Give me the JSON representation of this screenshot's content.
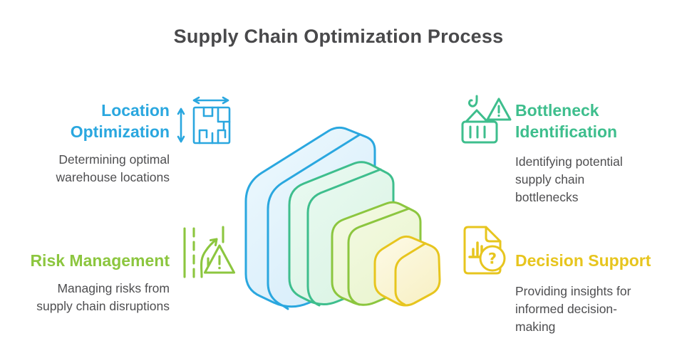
{
  "title": "Supply Chain Optimization Process",
  "colors": {
    "title": "#49494B",
    "text": "#4E4E50",
    "background": "#FFFFFF"
  },
  "sections": [
    {
      "id": "location-optimization",
      "heading": "Location Optimization",
      "heading_lines": [
        "Location",
        "Optimization"
      ],
      "description": "Determining optimal warehouse locations",
      "description_lines": [
        "Determining optimal",
        "warehouse locations"
      ],
      "color": "#2AA7DF",
      "icon": "floorplan-measure-icon"
    },
    {
      "id": "bottleneck-identification",
      "heading": "Bottleneck Identification",
      "heading_lines": [
        "Bottleneck",
        "Identification"
      ],
      "description": "Identifying potential supply chain bottlenecks",
      "description_lines": [
        "Identifying potential",
        "supply chain",
        "bottlenecks"
      ],
      "color": "#3EBE8D",
      "icon": "crane-container-warning-icon"
    },
    {
      "id": "risk-management",
      "heading": "Risk Management",
      "heading_lines": [
        "Risk Management"
      ],
      "description": "Managing risks from supply chain disruptions",
      "description_lines": [
        "Managing risks from",
        "supply chain disruptions"
      ],
      "color": "#8CC63F",
      "icon": "road-warning-icon"
    },
    {
      "id": "decision-support",
      "heading": "Decision Support",
      "heading_lines": [
        "Decision Support"
      ],
      "description": "Providing insights for informed decision-making",
      "description_lines": [
        "Providing insights for",
        "informed decision-",
        "making"
      ],
      "color": "#E7C51E",
      "icon": "document-chart-question-icon",
      "icon_glyph": "?"
    }
  ],
  "illustration": {
    "name": "nested-rounded-squares",
    "layers": [
      {
        "name": "layer-1-largest",
        "stroke": "#2AA7DF",
        "fill_light": "#EEF9FE",
        "fill_dark": "#D7EDFA"
      },
      {
        "name": "layer-2",
        "stroke": "#3EBE8D",
        "fill_light": "#EAFAF2",
        "fill_dark": "#DBF4E4"
      },
      {
        "name": "layer-3",
        "stroke": "#8CC63F",
        "fill_light": "#F4FAE3",
        "fill_dark": "#EAF5D0"
      },
      {
        "name": "layer-4-smallest",
        "stroke": "#E7C51E",
        "fill_light": "#FDFAE7",
        "fill_dark": "#F8F1C7"
      }
    ]
  }
}
